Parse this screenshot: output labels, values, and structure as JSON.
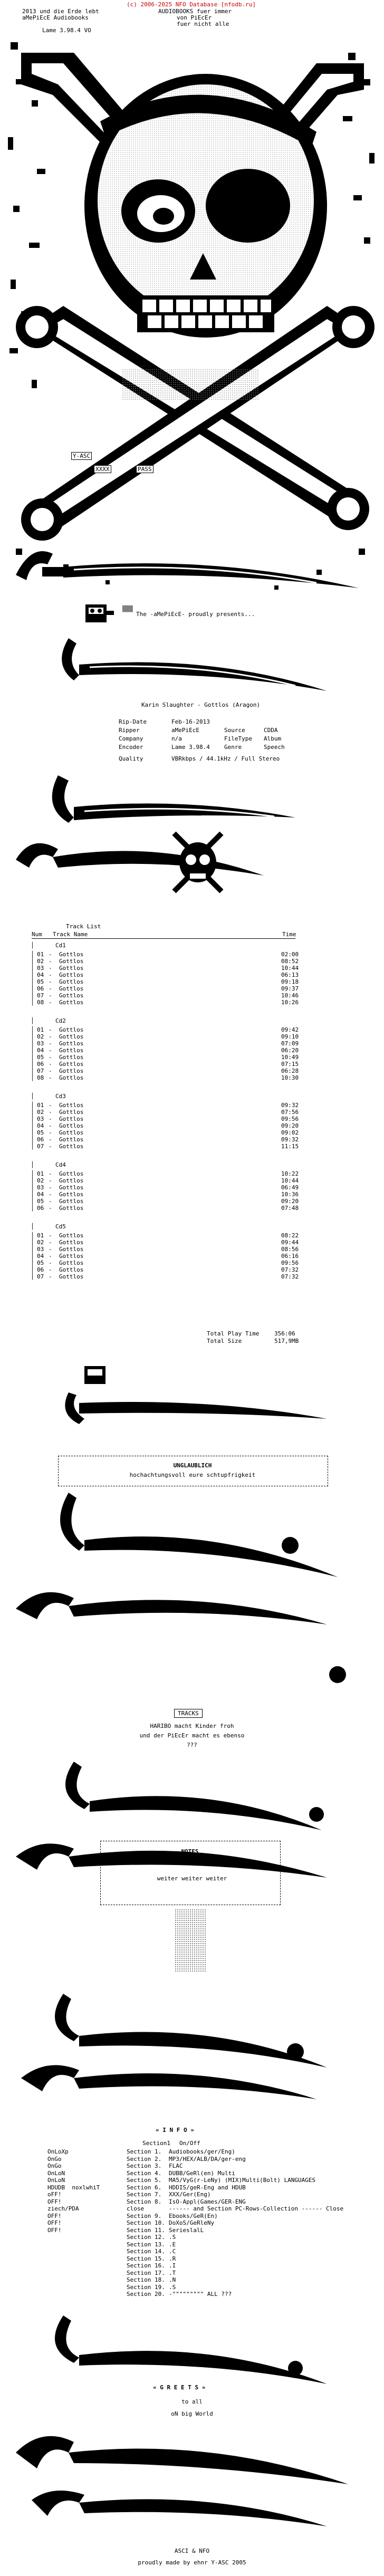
{
  "header": {
    "copyright": "(c) 2006-2025 NFO Database [nfodb.ru]",
    "line1_left": "2013 und die Erde lebt",
    "line1_mid": "AUDIOBOOKS fuer immer",
    "line2_left": "aMePiEcE Audiobooks",
    "line2_mid": "von PiEcEr",
    "line3_mid": "fuer nicht alle",
    "lame": "Lame 3.98.4 VO"
  },
  "art_labels": {
    "yasc": "Y-ASC",
    "xxx": "XXXX",
    "pass": "PASS"
  },
  "intro": {
    "presents": "The -aMePiEcE- proudly presents..."
  },
  "release": {
    "title": "Karin Slaughter - Gottlos (Aragon)",
    "rip_date_label": "Rip-Date",
    "rip_date": "Feb-16-2013",
    "ripper_label": "Ripper",
    "ripper": "aMePiEcE",
    "source_label": "Source",
    "source": "CDDA",
    "company_label": "Company",
    "company": "n/a",
    "filetype_label": "FileType",
    "filetype": "Album",
    "encoder_label": "Encoder",
    "encoder": "Lame 3.98.4",
    "genre_label": "Genre",
    "genre": "Speech",
    "quality_label": "Quality",
    "quality": "VBRkbps / 44.1kHz / Full Stereo"
  },
  "tracklist": {
    "heading": "Track List",
    "col_num": "Num",
    "col_name": "Track Name",
    "col_time": "Time",
    "cds": [
      {
        "label": "Cd1",
        "tracks": [
          {
            "num": "01",
            "name": "Gottlos",
            "time": "02:00"
          },
          {
            "num": "02",
            "name": "Gottlos",
            "time": "08:52"
          },
          {
            "num": "03",
            "name": "Gottlos",
            "time": "10:44"
          },
          {
            "num": "04",
            "name": "Gottlos",
            "time": "06:13"
          },
          {
            "num": "05",
            "name": "Gottlos",
            "time": "09:18"
          },
          {
            "num": "06",
            "name": "Gottlos",
            "time": "09:37"
          },
          {
            "num": "07",
            "name": "Gottlos",
            "time": "10:46"
          },
          {
            "num": "08",
            "name": "Gottlos",
            "time": "10:26"
          }
        ]
      },
      {
        "label": "Cd2",
        "tracks": [
          {
            "num": "01",
            "name": "Gottlos",
            "time": "09:42"
          },
          {
            "num": "02",
            "name": "Gottlos",
            "time": "09:10"
          },
          {
            "num": "03",
            "name": "Gottlos",
            "time": "07:09"
          },
          {
            "num": "04",
            "name": "Gottlos",
            "time": "06:20"
          },
          {
            "num": "05",
            "name": "Gottlos",
            "time": "10:49"
          },
          {
            "num": "06",
            "name": "Gottlos",
            "time": "07:15"
          },
          {
            "num": "07",
            "name": "Gottlos",
            "time": "06:28"
          },
          {
            "num": "08",
            "name": "Gottlos",
            "time": "10:30"
          }
        ]
      },
      {
        "label": "Cd3",
        "tracks": [
          {
            "num": "01",
            "name": "Gottlos",
            "time": "09:32"
          },
          {
            "num": "02",
            "name": "Gottlos",
            "time": "07:56"
          },
          {
            "num": "03",
            "name": "Gottlos",
            "time": "09:56"
          },
          {
            "num": "04",
            "name": "Gottlos",
            "time": "09:20"
          },
          {
            "num": "05",
            "name": "Gottlos",
            "time": "09:02"
          },
          {
            "num": "06",
            "name": "Gottlos",
            "time": "09:32"
          },
          {
            "num": "07",
            "name": "Gottlos",
            "time": "11:15"
          }
        ]
      },
      {
        "label": "Cd4",
        "tracks": [
          {
            "num": "01",
            "name": "Gottlos",
            "time": "10:22"
          },
          {
            "num": "02",
            "name": "Gottlos",
            "time": "10:44"
          },
          {
            "num": "03",
            "name": "Gottlos",
            "time": "06:49"
          },
          {
            "num": "04",
            "name": "Gottlos",
            "time": "10:36"
          },
          {
            "num": "05",
            "name": "Gottlos",
            "time": "09:20"
          },
          {
            "num": "06",
            "name": "Gottlos",
            "time": "07:48"
          }
        ]
      },
      {
        "label": "Cd5",
        "tracks": [
          {
            "num": "01",
            "name": "Gottlos",
            "time": "08:22"
          },
          {
            "num": "02",
            "name": "Gottlos",
            "time": "09:44"
          },
          {
            "num": "03",
            "name": "Gottlos",
            "time": "08:56"
          },
          {
            "num": "04",
            "name": "Gottlos",
            "time": "06:16"
          },
          {
            "num": "05",
            "name": "Gottlos",
            "time": "09:56"
          },
          {
            "num": "06",
            "name": "Gottlos",
            "time": "07:32"
          },
          {
            "num": "07",
            "name": "Gottlos",
            "time": "07:32"
          }
        ]
      }
    ],
    "total_play_label": "Total Play Time",
    "total_play": "356:06",
    "total_size_label": "Total Size",
    "total_size": "517,9MB"
  },
  "unglaublich": {
    "title": "UNGLAUBLICH",
    "text": "hochachtungsvoll eure schtupfrigkeit"
  },
  "tracks_section": {
    "title": "TRACKS",
    "line1": "HARIBO macht Kinder froh",
    "line2": "und der PiEcEr macht es ebenso",
    "line3": "???"
  },
  "notes": {
    "title": "NOTES",
    "text": "weiter weiter weiter"
  },
  "info": {
    "title": "« I N F O »",
    "heading_left": "Section1",
    "heading_right": "On/Off",
    "rows": [
      {
        "status": "OnLoXp",
        "section": "Section 1.",
        "desc": "Audiobooks/ger/Eng)"
      },
      {
        "status": "OnGo",
        "section": "Section 2.",
        "desc": "MP3/HEX/ALB/DA/ger-eng"
      },
      {
        "status": "OnGo",
        "section": "Section 3.",
        "desc": "FLAC"
      },
      {
        "status": "OnLoN",
        "section": "Section 4.",
        "desc": "DUBB/GeRl(en) Multi"
      },
      {
        "status": "OnLoN",
        "section": "Section 5.",
        "desc": "MA5/VyG(r-LeNy) (MIX)Multi(Bolt) LANGUAGES"
      },
      {
        "status": "HDUDB  noxlwhiT",
        "section": "Section 6.",
        "desc": "HDDIS/geR-Eng and HDUB"
      },
      {
        "status": "oFF!",
        "section": "Section 7.",
        "desc": "XXX/Ger(Eng)"
      },
      {
        "status": "OFF!",
        "section": "Section 8.",
        "desc": "IsO-Appl(Games/GER-ENG"
      },
      {
        "status": "ziech/PDA",
        "section": "close",
        "desc": "------ and Section PC-Rows-Collection ------ Close"
      },
      {
        "status": "OFF!",
        "section": "Section 9.",
        "desc": "Ebooks/GeR(En)"
      },
      {
        "status": "OFF!",
        "section": "Section 10.",
        "desc": "DoXoS/GeRleNy"
      },
      {
        "status": "OFF!",
        "section": "Section 11.",
        "desc": "SerieslalL"
      },
      {
        "status": "",
        "section": "Section 12.",
        "desc": ".S"
      },
      {
        "status": "",
        "section": "Section 13.",
        "desc": ".E"
      },
      {
        "status": "",
        "section": "Section 14.",
        "desc": ".C"
      },
      {
        "status": "",
        "section": "Section 15.",
        "desc": ".R"
      },
      {
        "status": "",
        "section": "Section 16.",
        "desc": ".I"
      },
      {
        "status": "",
        "section": "Section 17.",
        "desc": ".T"
      },
      {
        "status": "",
        "section": "Section 18.",
        "desc": ".N"
      },
      {
        "status": "",
        "section": "Section 19.",
        "desc": ".S"
      },
      {
        "status": "",
        "section": "Section 20.",
        "desc": "-\"\"\"\"\"\"\"\"\" ALL ???"
      }
    ]
  },
  "greets": {
    "title": "« G R E E T S »",
    "line1": "to all",
    "line2": "oN big World"
  },
  "footer": {
    "line1": "ASCI & NFO",
    "line2": "proudly made by ehnr Y-ASC 2005"
  },
  "colors": {
    "ink": "#000000",
    "accent": "#cc0000",
    "grey": "#8a8a8a",
    "paper": "#ffffff"
  }
}
